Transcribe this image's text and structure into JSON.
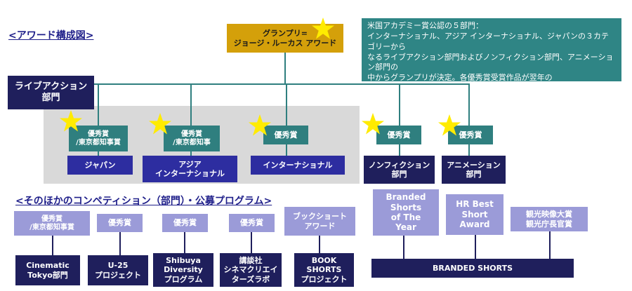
{
  "page": {
    "section_award_chart": "<アワード構成図>",
    "section_other": "<そのほかのコンペティション（部門）・公募プログラム>"
  },
  "info_box": "米国アカデミー賞公認の５部門：\nインターナショナル、アジア インターナショナル、ジャパンの３カテゴリーから\nなるライブアクション部門およびノンフィクション部門、アニメーション部門の\n中からグランプリが決定。各優秀賞受賞作品が翌年の\nアカデミー賞短編部門へ推薦されます。",
  "grand_prix": "グランプリ=\nジョージ・ルーカス アワード",
  "live_action": "ライブアクション\n部門",
  "awards": [
    {
      "prize": "優秀賞\n/東京都知事賞",
      "category": "ジャパン"
    },
    {
      "prize": "優秀賞\n/東京都知事",
      "category": "アジア\nインターナショナル"
    },
    {
      "prize": "優秀賞",
      "category": "インターナショナル"
    },
    {
      "prize": "優秀賞",
      "category": "ノンフィクション\n部門"
    },
    {
      "prize": "優秀賞",
      "category": "アニメーション\n部門"
    }
  ],
  "other_programs": [
    {
      "prize": "優秀賞\n/東京都知事賞",
      "program": "Cinematic\nTokyo部門"
    },
    {
      "prize": "優秀賞",
      "program": "U-25\nプロジェクト"
    },
    {
      "prize": "優秀賞",
      "program": "Shibuya\nDiversity\nプログラム"
    },
    {
      "prize": "優秀賞",
      "program": "講談社\nシネマクリエイ\nターズラボ"
    },
    {
      "prize": "ブックショート\nアワード",
      "program": "BOOK\nSHORTS\nプロジェクト"
    }
  ],
  "branded": {
    "award1": "Branded\nShorts\nof The\nYear",
    "award2": "HR Best\nShort\nAward",
    "award3": "観光映像大賞\n観光庁長官賞",
    "program": "BRANDED SHORTS"
  },
  "colors": {
    "navy": "#1f1f5c",
    "blue": "#2d2da0",
    "teal": "#2f7f7f",
    "lavender": "#9b9bd8",
    "gold": "#d4a00a",
    "star": "#ffeb00"
  }
}
